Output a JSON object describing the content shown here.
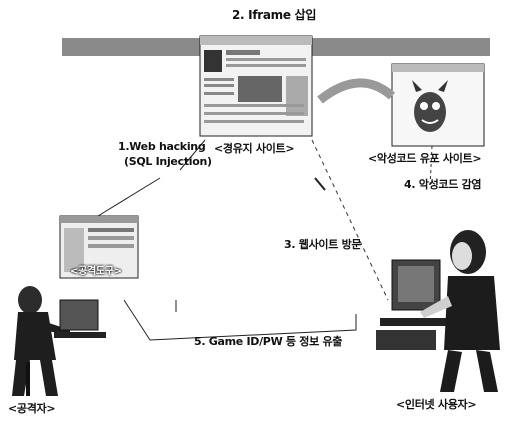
{
  "step_iframe": "2. Iframe 삽입",
  "step_hacking_line1": "1.Web hacking",
  "step_hacking_line2": "(SQL Injection)",
  "step_visit": "3. 웹사이트 방문",
  "step_infect": "4. 악성코드 감염",
  "step_leak": "5. Game ID/PW 등 정보 유출",
  "node_waypoint": "<경유지 사이트>",
  "node_malware": "<악성코드 유포 사이트>",
  "node_attacker": "<공격자>",
  "node_user": "<인터넷 사용자>",
  "tool_label": "<공격도구>"
}
